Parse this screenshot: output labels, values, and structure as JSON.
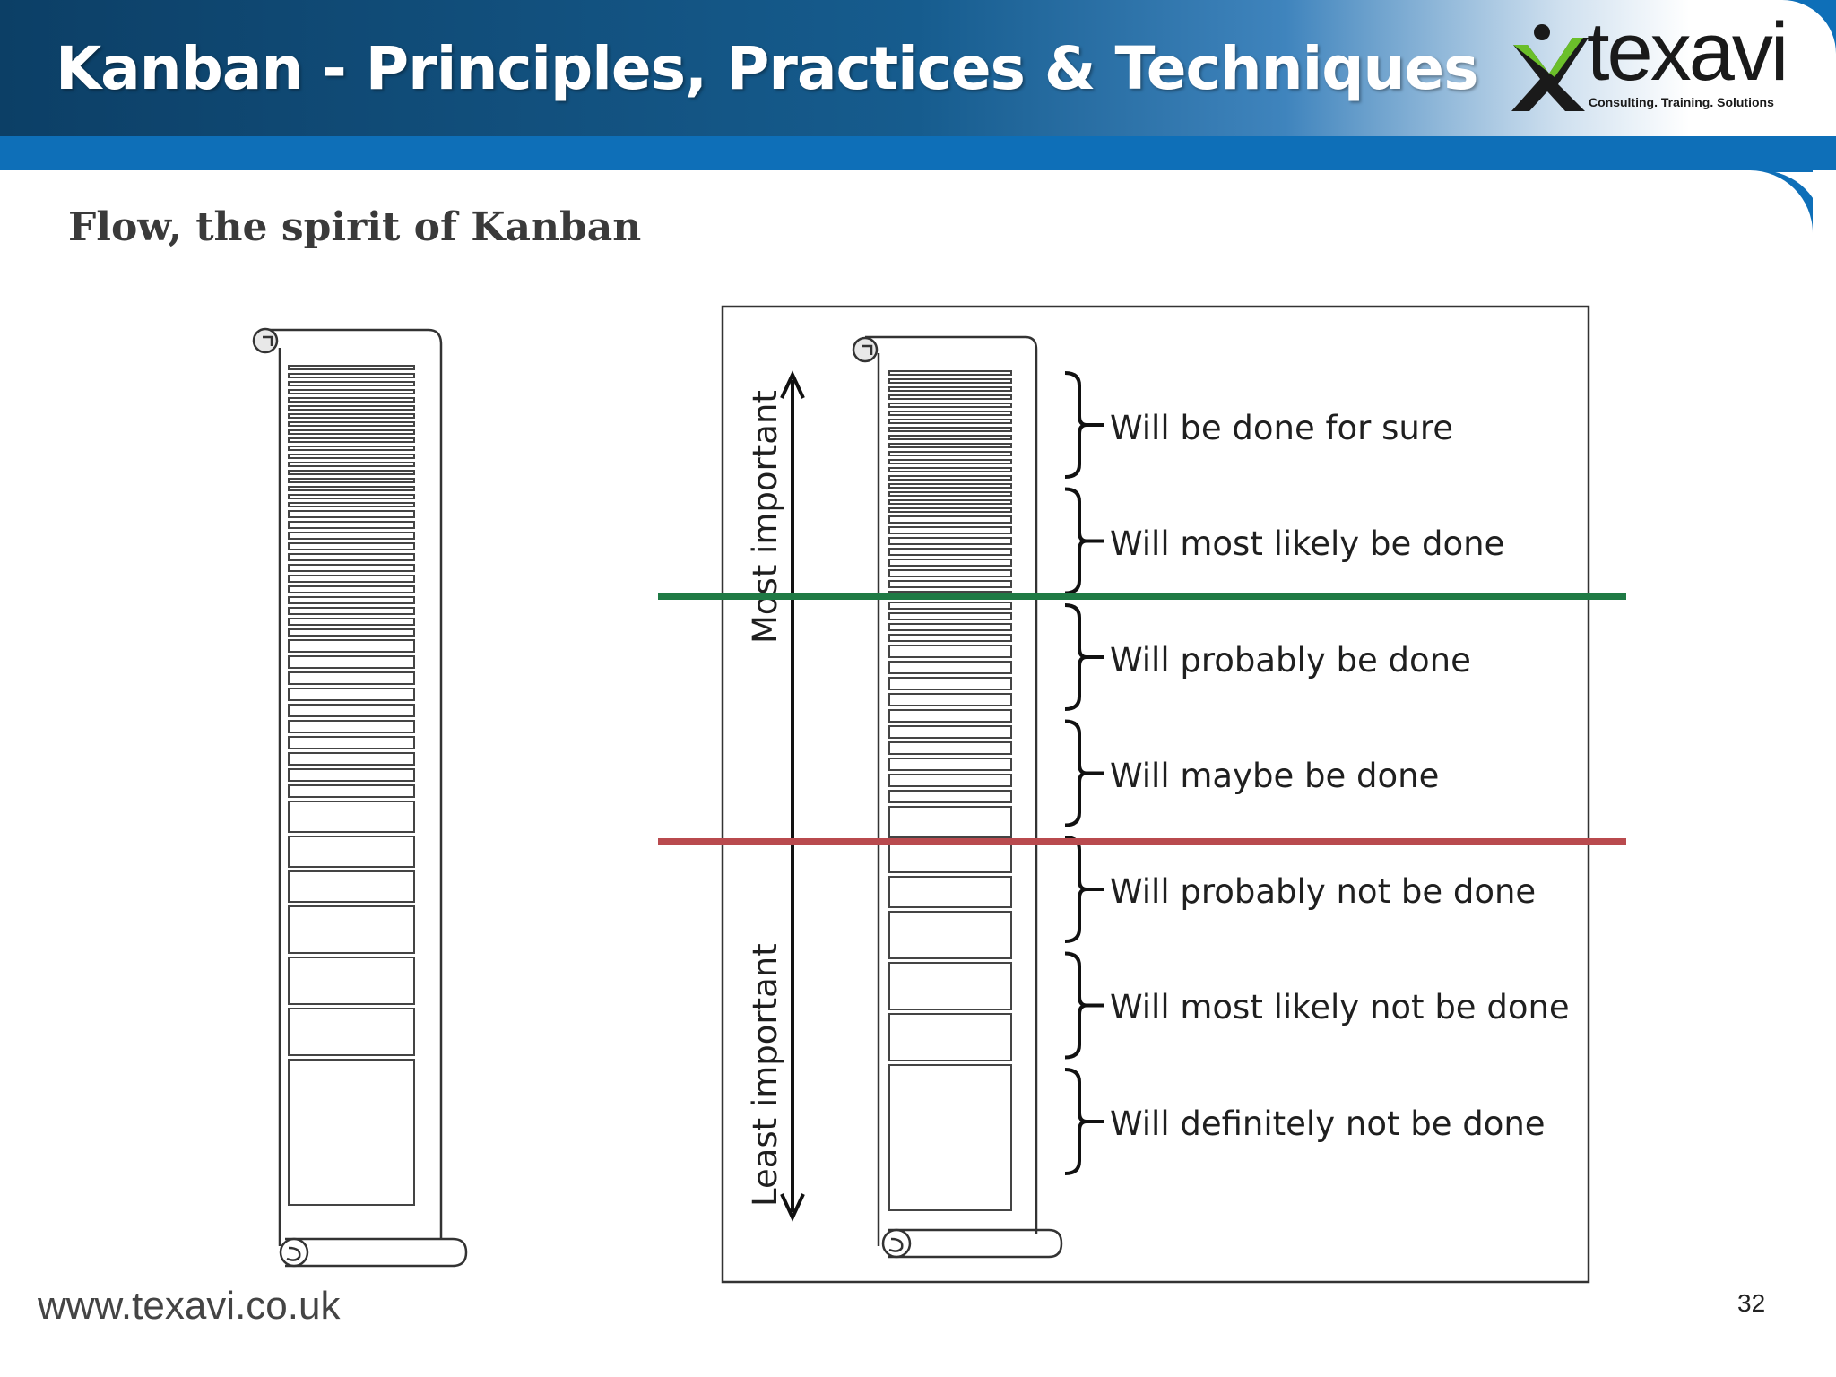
{
  "header": {
    "title": "Kanban - Principles, Practices & Techniques",
    "logo": {
      "wordmark": "texavi",
      "tagline": "Consulting. Training. Solutions"
    }
  },
  "slide": {
    "subtitle": "Flow, the spirit of Kanban",
    "page_number": "32"
  },
  "diagram": {
    "axis_top_label": "Most important",
    "axis_bottom_label": "Least important",
    "brackets": [
      "Will be done for sure",
      "Will most likely be done",
      "Will probably be done",
      "Will maybe be done",
      "Will probably not be done",
      "Will most likely not be done",
      "Will definitely not be done"
    ],
    "line_colors": {
      "commit": "#1f7a45",
      "cutoff": "#b94a4e"
    }
  },
  "footer": {
    "url": "www.texavi.co.uk"
  }
}
